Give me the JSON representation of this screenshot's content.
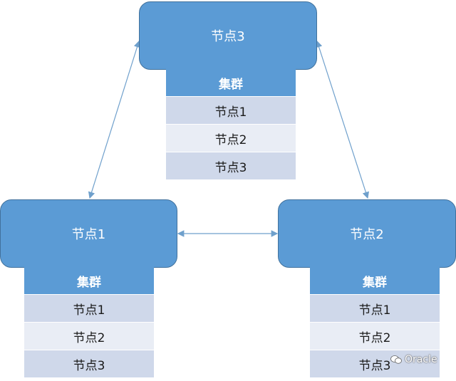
{
  "nodes": {
    "top": {
      "label": "节点3"
    },
    "left": {
      "label": "节点1"
    },
    "right": {
      "label": "节点2"
    }
  },
  "tables": {
    "top": {
      "header": "集群",
      "rows": [
        "节点1",
        "节点2",
        "节点3"
      ]
    },
    "left": {
      "header": "集群",
      "rows": [
        "节点1",
        "节点2",
        "节点3"
      ]
    },
    "right": {
      "header": "集群",
      "rows": [
        "节点1",
        "节点2",
        "节点3"
      ]
    }
  },
  "watermark": {
    "text": "Oracle"
  },
  "colors": {
    "node_fill": "#5b9bd5",
    "node_border": "#41719c",
    "row_odd": "#cfd8ea",
    "row_even": "#e9edf5",
    "arrow": "#6fa0cc"
  }
}
